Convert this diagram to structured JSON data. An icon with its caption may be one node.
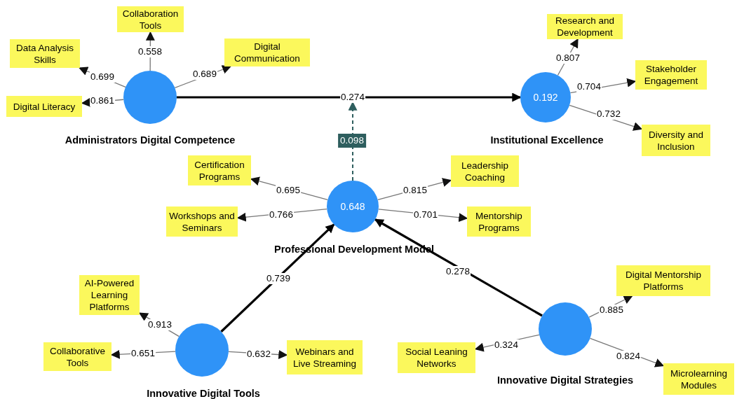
{
  "diagram": {
    "nodes": [
      {
        "text": [
          "Collaboration Tools"
        ]
      },
      {
        "text": [
          "Data Analysis Skills"
        ]
      },
      {
        "text": [
          "Digital Communication"
        ]
      },
      {
        "text": [
          "Digital Literacy"
        ]
      },
      {
        "text": [],
        "shape": "circle",
        "beside": [
          "Administrators Digital Competence"
        ]
      },
      {
        "text": [
          "Research and Development"
        ]
      },
      {
        "text": [
          "Stakeholder Engagement"
        ]
      },
      {
        "text": [
          "0.192"
        ],
        "beside": [
          "Institutional Excellence"
        ]
      },
      {
        "text": [
          "Diversity and Inclusion"
        ]
      },
      {
        "text": [
          "Certification Programs"
        ]
      },
      {
        "text": [
          "Leadership Coaching"
        ]
      },
      {
        "text": [
          "Workshops and Seminars"
        ]
      },
      {
        "text": [
          "0.648"
        ],
        "beside": [
          "Professional Development Model"
        ]
      },
      {
        "text": [
          "Mentorship Programs"
        ]
      },
      {
        "text": [
          "AI-Powered Learning Platforms"
        ]
      },
      {
        "text": [
          "Digital Mentorship Platforms"
        ]
      },
      {
        "text": [
          "Collaborative Tools"
        ]
      },
      {
        "text": [],
        "shape": "circle",
        "beside": [
          "Innovative Digital Tools"
        ]
      },
      {
        "text": [
          "Webinars and Live Streaming"
        ]
      },
      {
        "text": [
          "Social Leaning Networks"
        ]
      },
      {
        "text": [],
        "shape": "circle",
        "beside": [
          "Innovative Digital Strategies"
        ]
      },
      {
        "text": [
          "Microlearning Modules"
        ]
      }
    ],
    "edges": [
      {
        "from": 4,
        "to": 0,
        "arrow": "to",
        "label": "0.558"
      },
      {
        "from": 4,
        "to": 1,
        "arrow": "to",
        "label": "0.699"
      },
      {
        "from": 4,
        "to": 2,
        "arrow": "to",
        "label": "0.689"
      },
      {
        "from": 4,
        "to": 3,
        "arrow": "to",
        "label": "0.861"
      },
      {
        "from": 4,
        "to": 7,
        "arrow": "to",
        "label": "0.274",
        "style": "thick",
        "color": "#000000"
      },
      {
        "from": 7,
        "to": 5,
        "arrow": "to",
        "label": "0.807"
      },
      {
        "from": 7,
        "to": 6,
        "arrow": "to",
        "label": "0.704"
      },
      {
        "from": 7,
        "to": 8,
        "arrow": "to",
        "label": "0.732"
      },
      {
        "from": 12,
        "to": null,
        "arrow": "to",
        "label": "0.098",
        "style": "dashed",
        "color": "#2e5e5e"
      },
      {
        "from": 12,
        "to": 9,
        "arrow": "to",
        "label": "0.695"
      },
      {
        "from": 12,
        "to": 11,
        "arrow": "to",
        "label": "0.766"
      },
      {
        "from": 12,
        "to": 10,
        "arrow": "to",
        "label": "0.815"
      },
      {
        "from": 12,
        "to": 13,
        "arrow": "to",
        "label": "0.701"
      },
      {
        "from": 17,
        "to": 12,
        "arrow": "to",
        "label": "0.739",
        "style": "thick",
        "color": "#000000"
      },
      {
        "from": 20,
        "to": 12,
        "arrow": "to",
        "label": "0.278",
        "style": "thick",
        "color": "#000000"
      },
      {
        "from": 17,
        "to": 14,
        "arrow": "to",
        "label": "0.913"
      },
      {
        "from": 17,
        "to": 16,
        "arrow": "to",
        "label": "0.651"
      },
      {
        "from": 17,
        "to": 18,
        "arrow": "to",
        "label": "0.632"
      },
      {
        "from": 20,
        "to": 15,
        "arrow": "to",
        "label": "0.885"
      },
      {
        "from": 20,
        "to": 19,
        "arrow": "to",
        "label": "0.324"
      },
      {
        "from": 20,
        "to": 21,
        "arrow": "to",
        "label": "0.824"
      }
    ]
  }
}
